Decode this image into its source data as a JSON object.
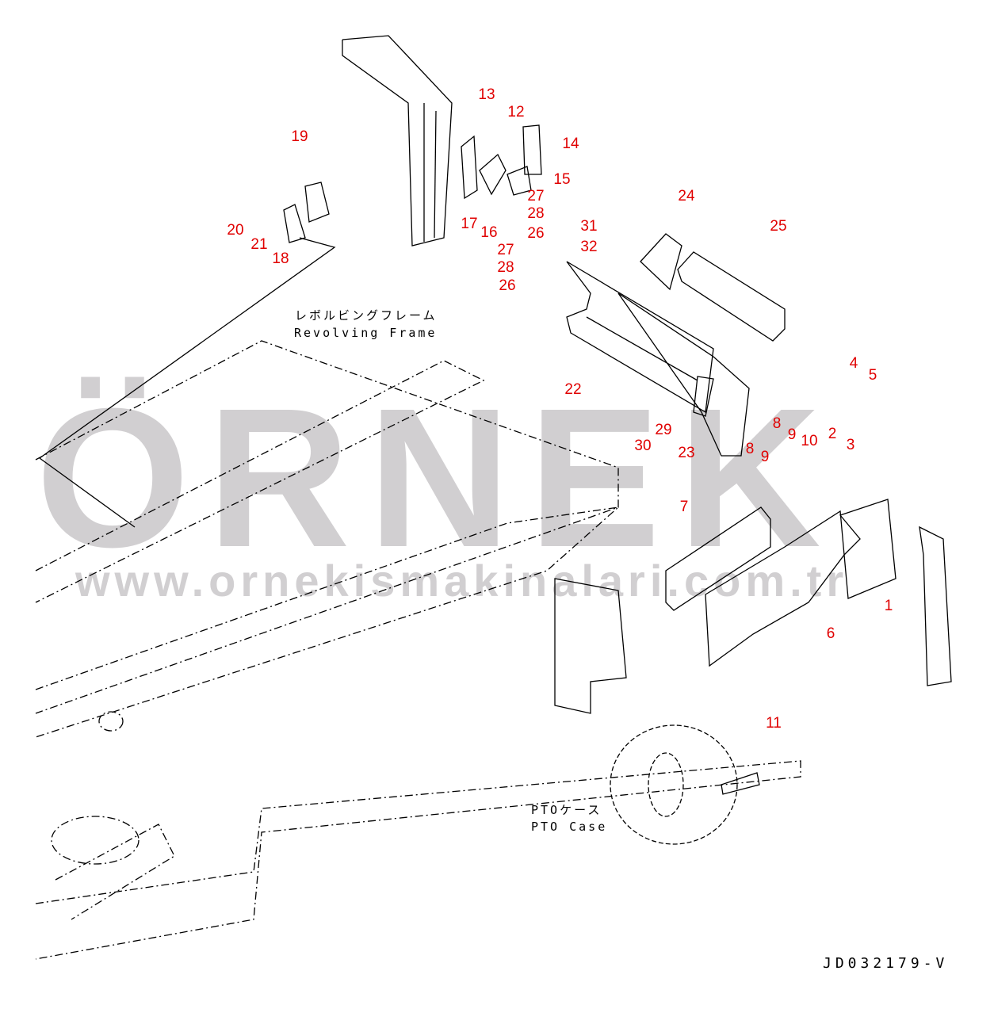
{
  "watermark": {
    "brand": "ÖRNEK",
    "url": "www.ornekismakinalari.com.tr"
  },
  "labels": {
    "revolving_frame_jp": "レボルビングフレーム",
    "revolving_frame_en": "Revolving Frame",
    "pto_case_jp": "PTOケース",
    "pto_case_en": "PTO Case"
  },
  "drawing_code": "JD032179-V",
  "callout_color": "#e00000",
  "callouts": [
    "13",
    "12",
    "14",
    "15",
    "27",
    "28",
    "26",
    "19",
    "20",
    "21",
    "18",
    "17",
    "16",
    "31",
    "32",
    "24",
    "25",
    "27",
    "28",
    "26",
    "22",
    "30",
    "29",
    "23",
    "4",
    "5",
    "8",
    "9",
    "10",
    "2",
    "3",
    "8",
    "9",
    "7",
    "6",
    "1",
    "11"
  ]
}
